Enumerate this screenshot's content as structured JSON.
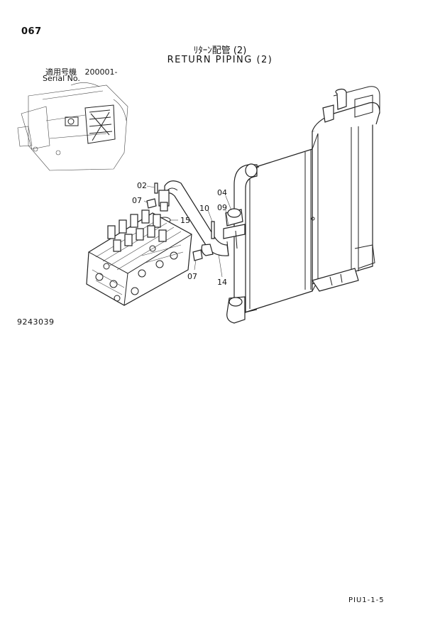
{
  "header": {
    "page_number": "067",
    "title_jp": "ﾘﾀｰﾝ配管 (2)",
    "title_en": "RETURN PIPING (2)",
    "serial_label_jp": "適用号機",
    "serial_value": "200001-",
    "serial_label_en": "Serial No."
  },
  "drawing": {
    "drawing_number": "9243039",
    "callouts": {
      "c02": "02",
      "c07a": "07",
      "c15": "15",
      "c10": "10",
      "c04": "04",
      "c09": "09",
      "c07b": "07",
      "c14": "14"
    }
  },
  "footer": {
    "page_code": "PIU1-1-5"
  }
}
